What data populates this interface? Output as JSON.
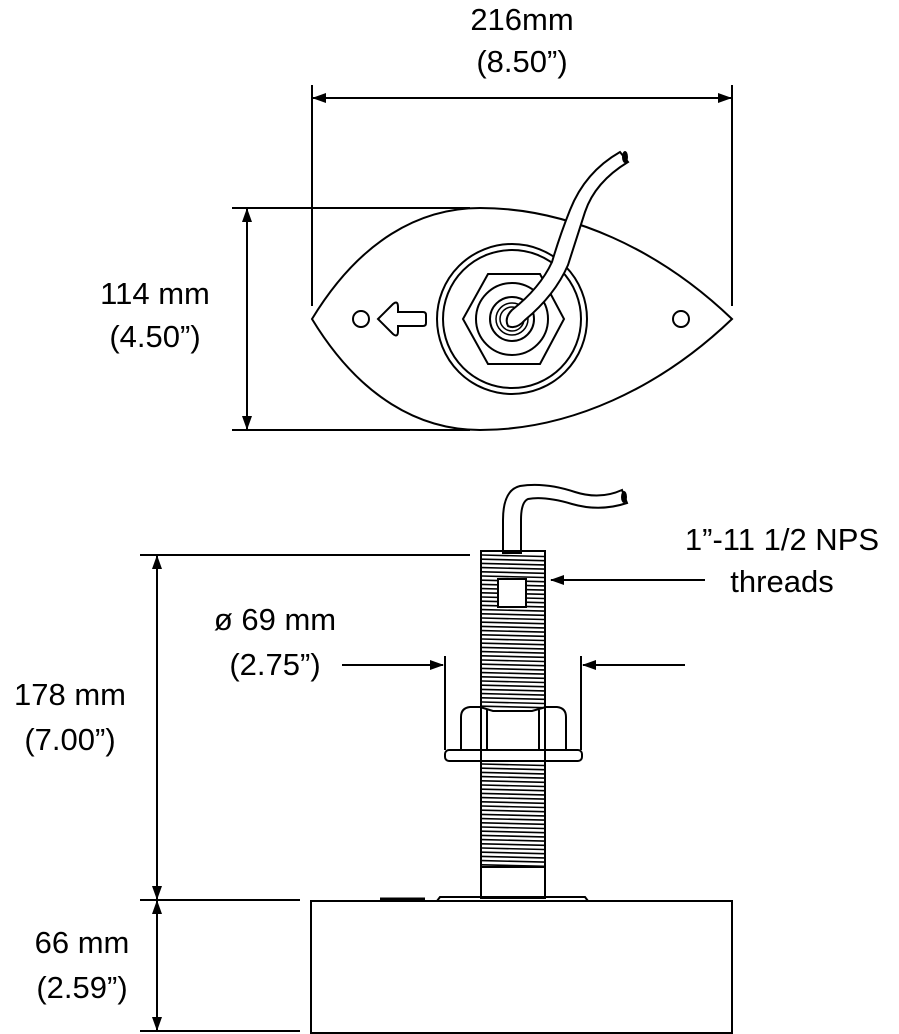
{
  "top_view": {
    "width_dim": {
      "mm": "216mm",
      "inch": "(8.50”)"
    },
    "height_dim": {
      "mm": "114 mm",
      "inch": "(4.50”)"
    },
    "direction_icon": "arrow-left-icon"
  },
  "side_view": {
    "total_height_dim": {
      "mm": "178 mm",
      "inch": "(7.00”)"
    },
    "base_height_dim": {
      "mm": "66 mm",
      "inch": "(2.59”)"
    },
    "nut_diameter_dim": {
      "mm": "ø 69 mm",
      "inch": "(2.75”)"
    },
    "thread_callout": {
      "line1": "1”-11 1/2 NPS",
      "line2": "threads"
    }
  },
  "colors": {
    "line": "#000000",
    "background": "#ffffff"
  }
}
